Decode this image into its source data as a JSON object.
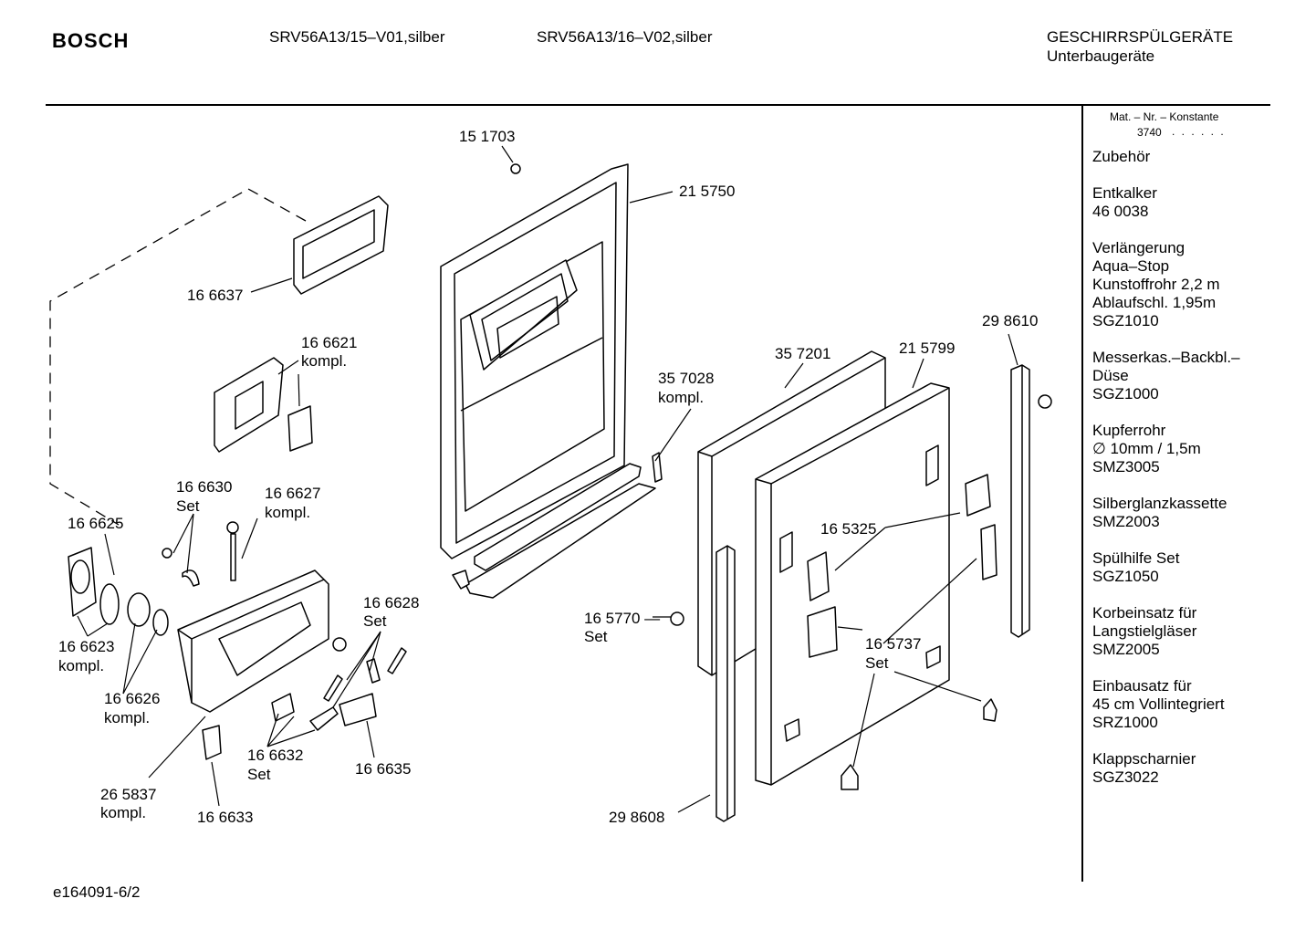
{
  "header": {
    "brand": "BOSCH",
    "models": [
      "SRV56A13/15–V01,silber",
      "SRV56A13/16–V02,silber"
    ],
    "category": "GESCHIRRSPÜLGERÄTE",
    "subcategory": "Unterbaugeräte"
  },
  "sidebar": {
    "mat_header": "Mat. – Nr. – Konstante",
    "mat_value": "3740",
    "mat_dots": ". . . . . .",
    "title": "Zubehör",
    "accessories": [
      {
        "lines": [
          "Entkalker",
          "46 0038"
        ]
      },
      {
        "lines": [
          "Verlängerung",
          "Aqua–Stop",
          "Kunstoffrohr 2,2 m",
          "Ablaufschl. 1,95m",
          "SGZ1010"
        ]
      },
      {
        "lines": [
          "Messerkas.–Backbl.–",
          "Düse",
          "SGZ1000"
        ]
      },
      {
        "lines": [
          "Kupferrohr",
          "∅ 10mm / 1,5m",
          "SMZ3005"
        ]
      },
      {
        "lines": [
          "Silberglanzkassette",
          "SMZ2003"
        ]
      },
      {
        "lines": [
          "Spülhilfe Set",
          "SGZ1050"
        ]
      },
      {
        "lines": [
          "Korbeinsatz für",
          "Langstielgläser",
          "SMZ2005"
        ]
      },
      {
        "lines": [
          "Einbausatz für",
          "45 cm Vollintegriert",
          "SRZ1000"
        ]
      },
      {
        "lines": [
          "Klappscharnier",
          "SGZ3022"
        ]
      }
    ]
  },
  "parts": [
    {
      "id": "151703",
      "lines": [
        "15 1703"
      ]
    },
    {
      "id": "215750",
      "lines": [
        "21 5750"
      ]
    },
    {
      "id": "166637",
      "lines": [
        "16 6637"
      ]
    },
    {
      "id": "166621",
      "lines": [
        "16 6621",
        "kompl."
      ]
    },
    {
      "id": "357028",
      "lines": [
        "35 7028",
        "kompl."
      ]
    },
    {
      "id": "357201",
      "lines": [
        "35 7201"
      ]
    },
    {
      "id": "215799",
      "lines": [
        "21 5799"
      ]
    },
    {
      "id": "298610",
      "lines": [
        "29 8610"
      ]
    },
    {
      "id": "166630",
      "lines": [
        "16 6630",
        "Set"
      ]
    },
    {
      "id": "166627",
      "lines": [
        "16 6627",
        "kompl."
      ]
    },
    {
      "id": "166625",
      "lines": [
        "16 6625"
      ]
    },
    {
      "id": "165325",
      "lines": [
        "16 5325"
      ]
    },
    {
      "id": "166628",
      "lines": [
        "16 6628",
        "Set"
      ]
    },
    {
      "id": "165770",
      "lines": [
        "16 5770 —",
        "Set"
      ]
    },
    {
      "id": "166623",
      "lines": [
        "16 6623",
        "kompl."
      ]
    },
    {
      "id": "165737",
      "lines": [
        "16 5737",
        "Set"
      ]
    },
    {
      "id": "166626",
      "lines": [
        "16 6626",
        "kompl."
      ]
    },
    {
      "id": "166632",
      "lines": [
        "16 6632",
        "Set"
      ]
    },
    {
      "id": "166635",
      "lines": [
        "16 6635"
      ]
    },
    {
      "id": "265837",
      "lines": [
        "26 5837",
        "kompl."
      ]
    },
    {
      "id": "166633",
      "lines": [
        "16 6633"
      ]
    },
    {
      "id": "298608",
      "lines": [
        "29 8608"
      ]
    }
  ],
  "footer": {
    "code": "e164091-6/2"
  }
}
